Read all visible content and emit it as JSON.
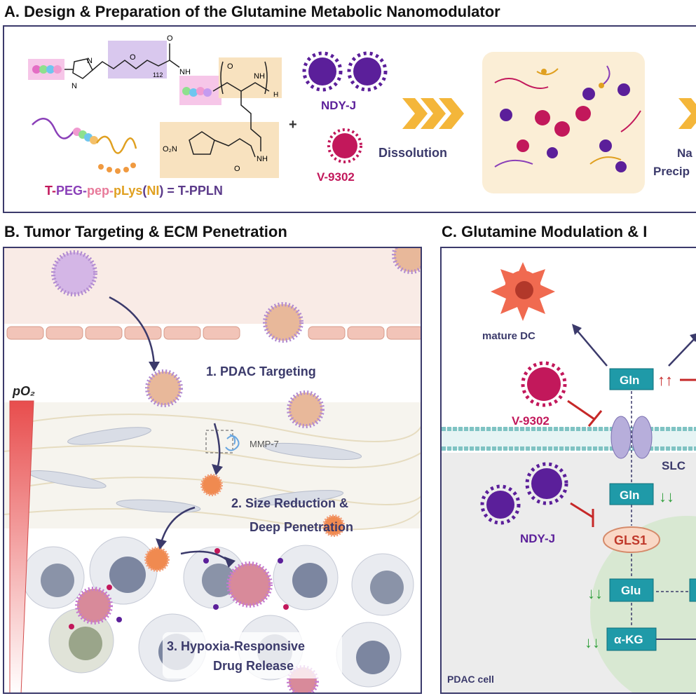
{
  "panel_a": {
    "title": "A. Design & Preparation of the Glutamine Metabolic Nanomodulator",
    "subscript_112": "112",
    "atom_o": "O",
    "atom_n": "N",
    "atom_nh": "NH",
    "atom_h": "H",
    "atom_no2": "O₂N",
    "plus": "+",
    "drug1": "NDY-J",
    "drug2": "V-9302",
    "step1": "Dissolution",
    "step2_line1": "Na",
    "step2_line2": "Precip",
    "formula": {
      "t": "T-",
      "peg": "PEG-",
      "pep": "pep-",
      "plys": "pLys",
      "ni_open": "(",
      "ni": "NI",
      "ni_close": ")",
      "equals": " = T-PPLN"
    }
  },
  "panel_b": {
    "title": "B. Tumor Targeting & ECM Penetration",
    "po2": "pO₂",
    "step1": "1. PDAC Targeting",
    "mmp": "MMP-7",
    "step2_line1": "2. Size Reduction &",
    "step2_line2": "Deep Penetration",
    "step3_line1": "3. Hypoxia-Responsive",
    "step3_line2": "Drug Release"
  },
  "panel_c": {
    "title": "C. Glutamine Modulation & I",
    "mature_dc": "mature DC",
    "v9302": "V-9302",
    "ndyj": "NDY-J",
    "gln_out": "Gln",
    "gln_out_arrows": "↑↑",
    "slc": "SLC",
    "gln_in": "Gln",
    "gln_in_arrows": "↓↓",
    "gls1": "GLS1",
    "glu": "Glu",
    "glu_arrows": "↓↓",
    "akg": "α-KG",
    "akg_arrows": "↓↓",
    "cell_label": "PDAC cell"
  },
  "colors": {
    "frame": "#3b3a6b",
    "purple_drug": "#5b1f9a",
    "magenta_drug": "#c2185b",
    "teal_box": "#1f9aa8",
    "up_red": "#c62828",
    "down_green": "#2e9e3a",
    "orange_arrow": "#f4b63a"
  }
}
